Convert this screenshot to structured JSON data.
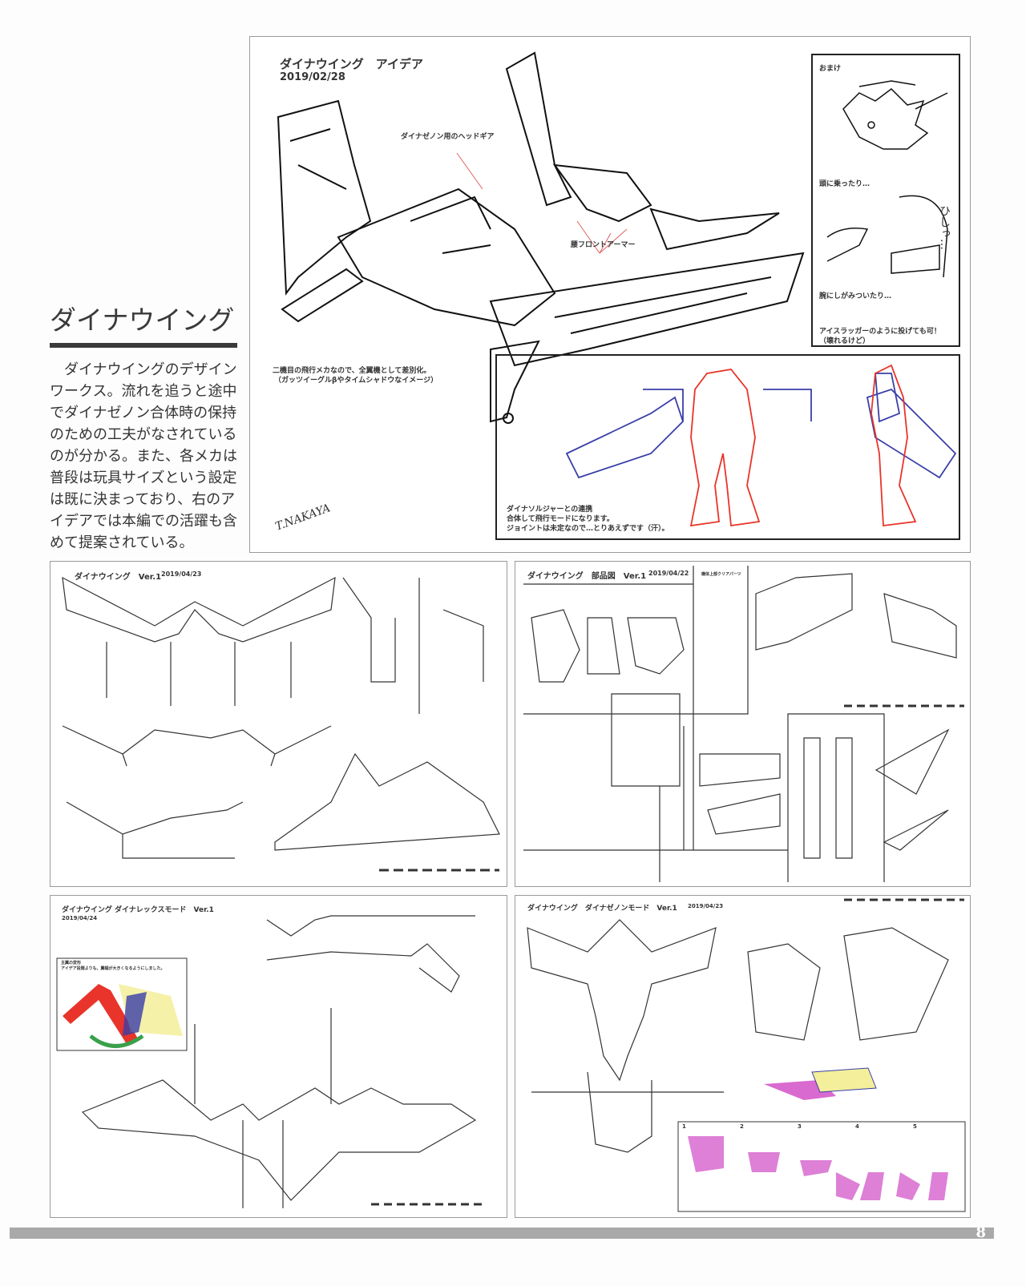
{
  "article": {
    "heading": "ダイナウイング",
    "body_lines": [
      "　ダイナウイングのデザイン",
      "ワークス。流れを追うと途中",
      "でダイナゼノン合体時の保持",
      "のための工夫がなされている",
      "のが分かる。また、各メカは",
      "普段は玩具サイズという設定",
      "は既に決まっており、右のア",
      "イデアでは本編での活躍も含",
      "めて提案されている。"
    ]
  },
  "idea_panel": {
    "title": "ダイナウイング　アイデア",
    "date": "2019/02/28",
    "label_headgear": "ダイナゼノン用のヘッドギア",
    "label_waist_armor": "腰フロントアーマー",
    "note_line1": "二機目の飛行メカなので、全翼機として差別化。",
    "note_line2": "（ガッツイーグルβやタイムシャドウなイメージ）",
    "signature": "T.NAKAYA",
    "omake": {
      "title": "おまけ",
      "caption1": "頭に乗ったり…",
      "sfx": "ひしっ…",
      "caption2": "腕にしがみついたり…",
      "caption3_line1": "アイスラッガーのように投げても可！",
      "caption3_line2": "（壊れるけど）"
    },
    "combo": {
      "line1": "ダイナソルジャーとの連携",
      "line2": "合体して飛行モードになります。",
      "line3": "ジョイントは未定なので…とりあえずです（汗）。"
    }
  },
  "panels": {
    "ver1": {
      "title": "ダイナウイング　Ver.1",
      "date": "2019/04/23"
    },
    "parts": {
      "title": "ダイナウイング　部品図　Ver.1",
      "date": "2019/04/22",
      "label_clear": "機体上部クリアパーツ"
    },
    "dynarex": {
      "title": "ダイナウイング ダイナレックスモード　Ver.1",
      "date": "2019/04/24",
      "inset_title": "主翼の変形",
      "inset_note": "アイデア段階よりも、翼幅が大きくなるようにしました。"
    },
    "dynazenon": {
      "title": "ダイナウイング　ダイナゼノンモード　Ver.1",
      "date": "2019/04/23",
      "steps": [
        "1",
        "2",
        "3",
        "4",
        "5"
      ]
    }
  },
  "page_number": "8",
  "colors": {
    "red": "#e8342a",
    "blue": "#3a3fa8",
    "pink": "#d86ad0",
    "accent_line": "#e06060"
  }
}
